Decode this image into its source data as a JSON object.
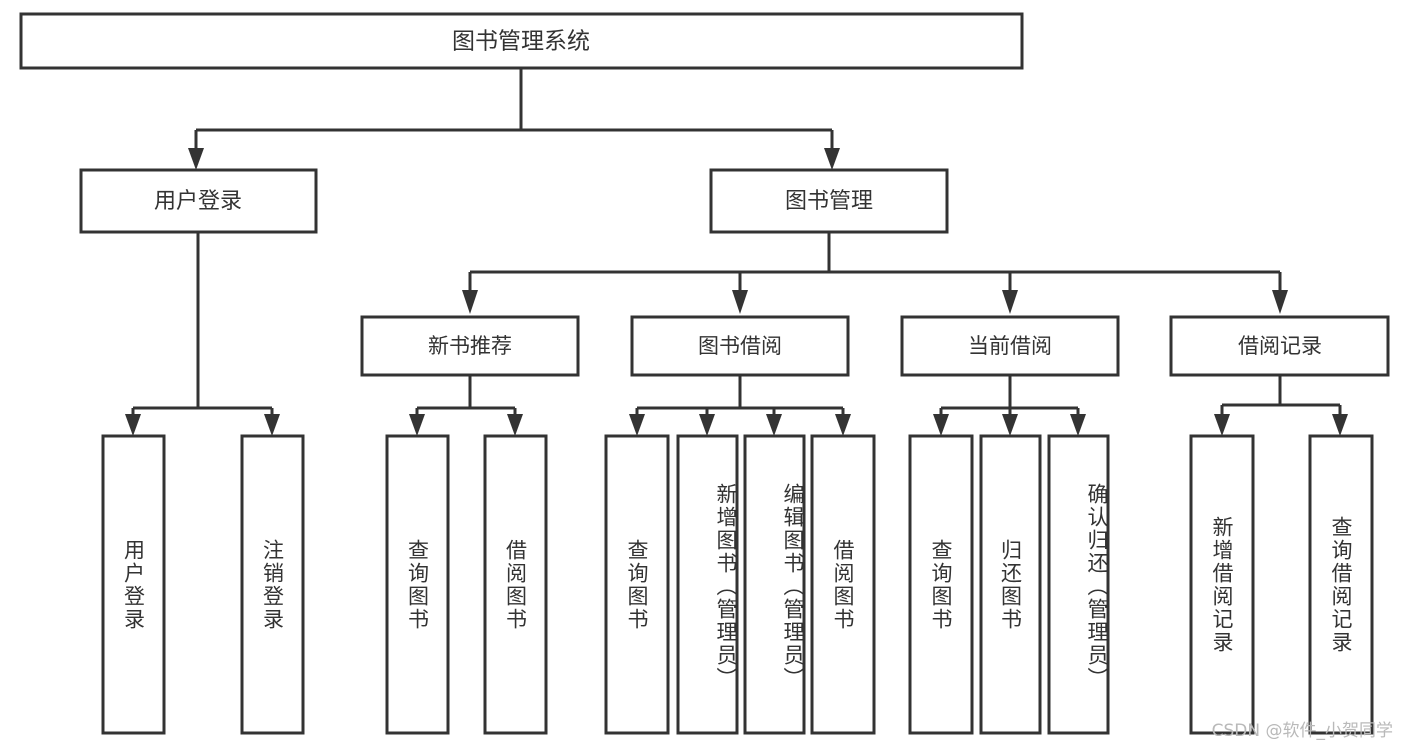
{
  "diagram": {
    "title": "图书管理系统",
    "type": "tree-hierarchy-diagram",
    "colors": {
      "stroke": "#333333",
      "fill": "#ffffff",
      "background": "#ffffff",
      "watermark": "#b9b9b9"
    },
    "root": {
      "label": "图书管理系统"
    },
    "level2": [
      {
        "label": "用户登录"
      },
      {
        "label": "图书管理"
      }
    ],
    "level3": [
      {
        "label": "新书推荐"
      },
      {
        "label": "图书借阅"
      },
      {
        "label": "当前借阅"
      },
      {
        "label": "借阅记录"
      }
    ],
    "leaves": {
      "user_login": [
        {
          "label": "用户登录"
        },
        {
          "label": "注销登录"
        }
      ],
      "new_book_recommend": [
        {
          "label": "查询图书"
        },
        {
          "label": "借阅图书"
        }
      ],
      "book_borrow": [
        {
          "label": "查询图书"
        },
        {
          "label": "新增图书（管理员）"
        },
        {
          "label": "编辑图书（管理员）"
        },
        {
          "label": "借阅图书"
        }
      ],
      "current_borrow": [
        {
          "label": "查询图书"
        },
        {
          "label": "归还图书"
        },
        {
          "label": "确认归还（管理员）"
        }
      ],
      "borrow_record": [
        {
          "label": "新增借阅记录"
        },
        {
          "label": "查询借阅记录"
        }
      ]
    }
  },
  "watermark": {
    "text": "CSDN @软件_小贺同学"
  }
}
